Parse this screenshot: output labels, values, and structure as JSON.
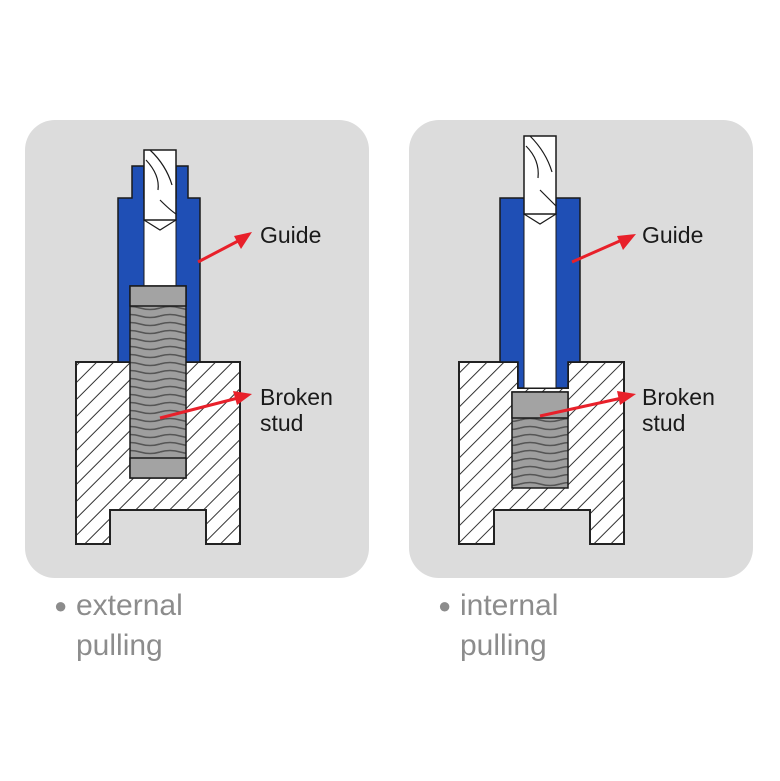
{
  "panels": [
    {
      "id": "external",
      "labels": {
        "guide": "Guide",
        "stud_line1": "Broken",
        "stud_line2": "stud"
      },
      "caption": {
        "line1": "external",
        "line2": "pulling"
      }
    },
    {
      "id": "internal",
      "labels": {
        "guide": "Guide",
        "stud_line1": "Broken",
        "stud_line2": "stud"
      },
      "caption": {
        "line1": "internal",
        "line2": "pulling"
      }
    }
  ],
  "colors": {
    "panel_bg": "#dcdcdc",
    "guide_blue": "#1f4fb5",
    "arrow_red": "#e8202a",
    "stud_gray": "#a3a3a3",
    "block_hatch": "#333333",
    "caption_gray": "#8c8c8c"
  },
  "icons": [
    "drill-bit-icon",
    "arrow-icon",
    "bullet-icon"
  ]
}
